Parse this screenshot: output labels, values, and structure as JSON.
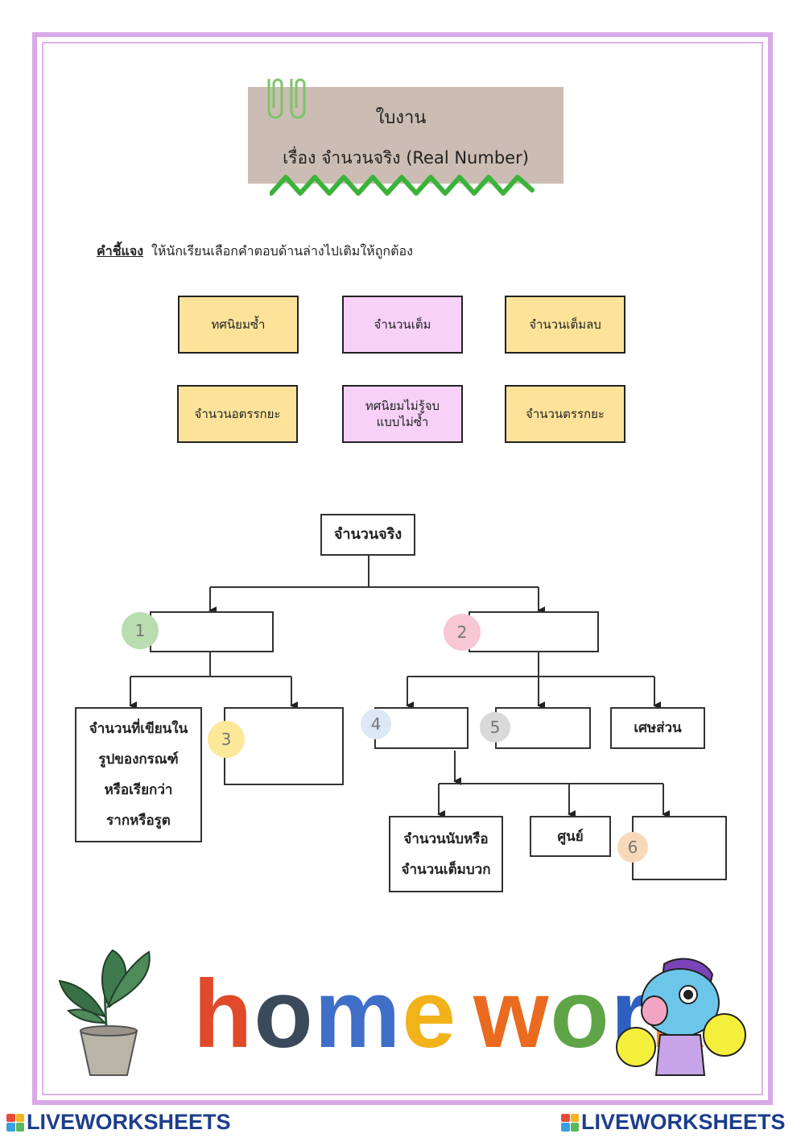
{
  "header": {
    "line1": "ใบงาน",
    "line2": "เรื่อง จำนวนจริง (Real Number)"
  },
  "instruction": {
    "label": "คำชี้แจง",
    "text": "ให้นักเรียนเลือกคำตอบด้านล่างไปเติมให้ถูกต้อง"
  },
  "answer_cards": [
    {
      "text": "ทศนิยมซ้ำ",
      "color": "#fde39a"
    },
    {
      "text": "จำนวนเต็ม",
      "color": "#f7d1f8"
    },
    {
      "text": "จำนวนเต็มลบ",
      "color": "#fde39a"
    },
    {
      "text": "จำนวนอตรรกยะ",
      "color": "#fde39a"
    },
    {
      "text": "ทศนิยมไม่รู้จบ\nแบบไม่ซ้ำ",
      "color": "#f7d1f8"
    },
    {
      "text": "จำนวนตรรกยะ",
      "color": "#fde39a"
    }
  ],
  "diagram": {
    "root": "จำนวนจริง",
    "irrational_example": "จำนวนที่เขียนใน\nรูปของกรณฑ์\nหรือเรียกว่า\nรากหรือรูต",
    "fraction": "เศษส่วน",
    "natural": "จำนวนนับหรือ\nจำนวนเต็มบวก",
    "zero": "ศูนย์",
    "blanks": [
      {
        "number": "1",
        "color": "#b9ddb0"
      },
      {
        "number": "2",
        "color": "#f7c7d6"
      },
      {
        "number": "3",
        "color": "#fde89a"
      },
      {
        "number": "4",
        "color": "#dce8f6"
      },
      {
        "number": "5",
        "color": "#d9d9d9"
      },
      {
        "number": "6",
        "color": "#f7d9b9"
      }
    ]
  },
  "decoration": {
    "homework_letters": [
      {
        "char": "h",
        "color": "#e04a2a"
      },
      {
        "char": "o",
        "color": "#3a4a5a"
      },
      {
        "char": "m",
        "color": "#3f6fc7"
      },
      {
        "char": "e",
        "color": "#f2b21a"
      },
      {
        "char": " ",
        "color": "#ffffff"
      },
      {
        "char": "w",
        "color": "#ea6a1f"
      },
      {
        "char": "o",
        "color": "#5fa548"
      },
      {
        "char": "r",
        "color": "#2f5fbf"
      },
      {
        "char": "k",
        "color": "#f08a22"
      }
    ]
  },
  "footer": {
    "left_logo": "LIVEWORKSHEETS",
    "right_logo": "LIVEWORKSHEETS"
  }
}
